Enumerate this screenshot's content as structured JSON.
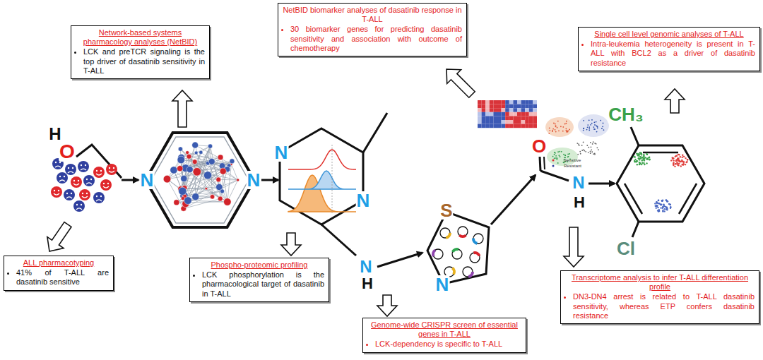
{
  "diagram": {
    "nodes": [
      {
        "text": [
          "NetBID biomarker analyses of dasatinib response in T-ALL",
          "30 biomarker genes for predicting dasatinib sensitivity and association with outcome of chemotherapy"
        ]
      },
      {
        "text": [
          "Network-based systems pharmacology analyses (NetBID)",
          "LCK and preTCR signaling is the top driver of dasatinib sensitivity in T-ALL"
        ]
      },
      {
        "text": [
          "Single cell level genomic analyses of T-ALL",
          "Intra-leukemia heterogeneity is present in T-ALL with BCL2 as a driver of dasatinib resistance"
        ]
      },
      {
        "text": [
          "ALL pharmacotyping",
          "41% of T-ALL are dasatinib sensitive"
        ]
      },
      {
        "text": [
          "Phospho-proteomic profiling",
          "LCK phosphorylation is the pharmacological target of dasatinib in T-ALL"
        ]
      },
      {
        "text": [
          "Transcriptome analysis to infer T-ALL differentiation profile",
          "DN3-DN4 arrest is related to T-ALL dasatinib sensitivity, whereas ETP confers dasatinib resistance"
        ]
      },
      {
        "text": [
          "Genome-wide CRISPR screen of essential genes in T-ALL",
          "LCK-dependency is specific to T-ALL"
        ]
      }
    ],
    "labels": [
      "H",
      "O",
      "N",
      "N",
      "N",
      "N",
      "N",
      "H",
      "S",
      "N",
      "O",
      "N",
      "H",
      "CH₃",
      "Cl",
      "Sensitive",
      "Resistant"
    ]
  }
}
